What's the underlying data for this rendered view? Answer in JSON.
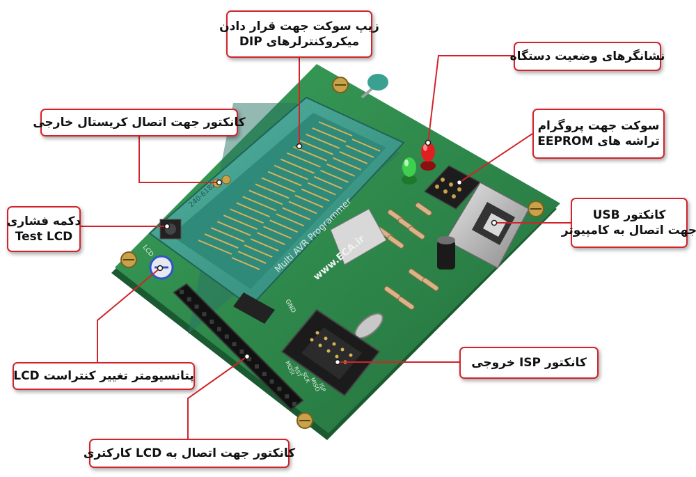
{
  "colors": {
    "callout_border": "#d2232a",
    "leader_line": "#d2232a",
    "pcb_green": "#2f8a4c",
    "zif_socket": "#3d9a8a",
    "led_red": "#e02020",
    "led_green": "#3fcf4f"
  },
  "callouts": {
    "zif_socket": {
      "line1": "زیپ سوکت جهت قرار دادن",
      "line2": "میکروکنترلرهای DIP"
    },
    "status_leds": {
      "line1": "نشانگرهای وضعیت دستگاه"
    },
    "crystal_connector": {
      "line1": "کانکتور جهت اتصال کریستال خارجی"
    },
    "eeprom_socket": {
      "line1": "سوکت جهت پروگرام",
      "line2": "تراشه های EEPROM"
    },
    "test_button": {
      "line1": "دکمه فشاری",
      "line2": "Test LCD"
    },
    "usb_connector": {
      "line1": "کانکتور USB",
      "line2": "جهت اتصال به کامپیوتر"
    },
    "isp_connector": {
      "line1": "کانکتور ISP خروجی"
    },
    "lcd_potentiometer": {
      "line1": "پتانسیومتر تغییر کنتراست LCD"
    },
    "lcd_connector": {
      "line1": "کانکتور جهت اتصال به LCD کارکتری"
    }
  },
  "board_print": {
    "title": "Multi AVR Programmer",
    "site": "www.ECA.ir",
    "socket_code": "240-6182",
    "isp_pins": [
      "MOSI",
      "RST",
      "SCK",
      "MISO",
      "ISP"
    ],
    "lcd_label": "LCD",
    "gnd_label": "GND"
  }
}
